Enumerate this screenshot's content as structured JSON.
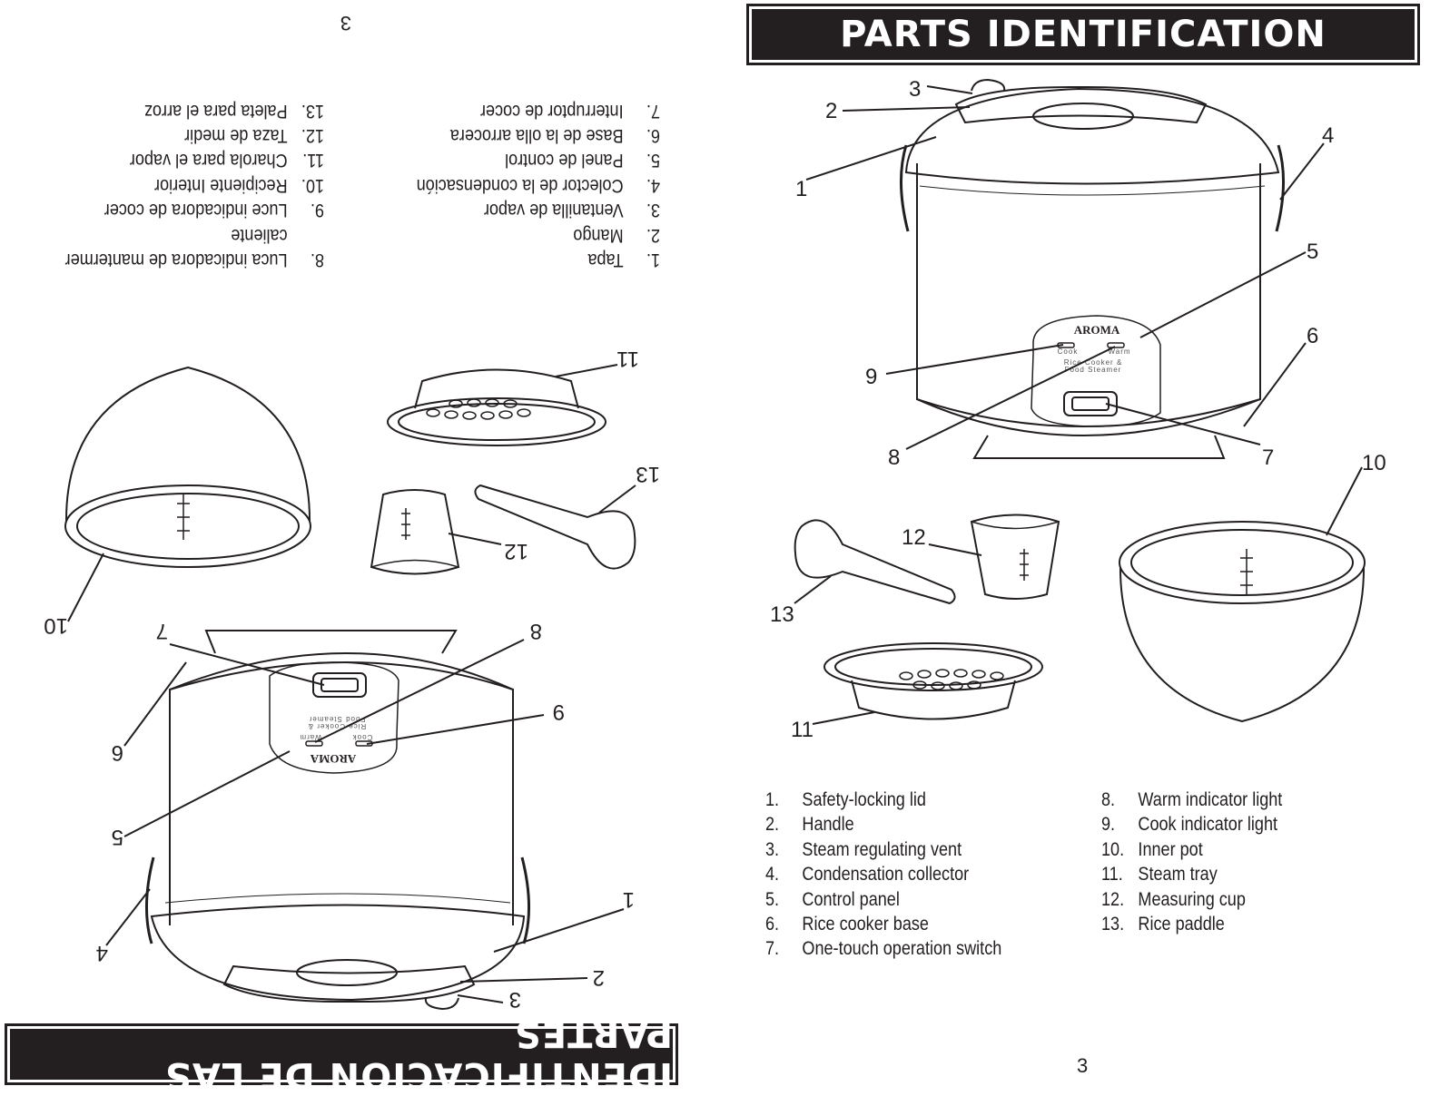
{
  "english": {
    "title": "PARTS IDENTIFICATION",
    "page_number": "3",
    "parts_left": [
      {
        "num": "1.",
        "label": "Safety-locking lid"
      },
      {
        "num": "2.",
        "label": "Handle"
      },
      {
        "num": "3.",
        "label": "Steam regulating vent"
      },
      {
        "num": "4.",
        "label": "Condensation collector"
      },
      {
        "num": "5.",
        "label": "Control panel"
      },
      {
        "num": "6.",
        "label": "Rice cooker base"
      },
      {
        "num": "7.",
        "label": "One-touch operation switch"
      }
    ],
    "parts_right": [
      {
        "num": "8.",
        "label": "Warm indicator light"
      },
      {
        "num": "9.",
        "label": "Cook indicator light"
      },
      {
        "num": "10.",
        "label": "Inner pot"
      },
      {
        "num": "11.",
        "label": "Steam tray"
      },
      {
        "num": "12.",
        "label": "Measuring cup"
      },
      {
        "num": "13.",
        "label": "Rice paddle"
      }
    ]
  },
  "spanish": {
    "title": "IDENTIFICACIÓN DE LAS PARTES",
    "page_number": "3",
    "parts_left": [
      {
        "num": "1.",
        "label": "Tapa"
      },
      {
        "num": "2.",
        "label": "Mango"
      },
      {
        "num": "3.",
        "label": "Ventanilla de vapor"
      },
      {
        "num": "4.",
        "label": "Colector de la condensación"
      },
      {
        "num": "5.",
        "label": "Panel de control"
      },
      {
        "num": "6.",
        "label": "Base de la olla arrocera"
      },
      {
        "num": "7.",
        "label": "Interruptor de cocer"
      }
    ],
    "parts_right": [
      {
        "num": "8.",
        "label": "Luca indicadora de mantermer"
      },
      {
        "num": "",
        "label": "caliente"
      },
      {
        "num": "9.",
        "label": "Luce indicadora de cocer"
      },
      {
        "num": "10.",
        "label": "Recipiente Interior"
      },
      {
        "num": "11.",
        "label": "Charola para el vapor"
      },
      {
        "num": "12.",
        "label": "Taza de medir"
      },
      {
        "num": "13.",
        "label": "Paleta para el arroz"
      }
    ]
  },
  "illustration": {
    "brand": "AROMA",
    "panel_cook": "Cook",
    "panel_warm": "Warm",
    "panel_line1": "Rice Cooker &",
    "panel_line2": "Food Steamer",
    "callouts": [
      "1",
      "2",
      "3",
      "4",
      "5",
      "6",
      "7",
      "8",
      "9",
      "10",
      "11",
      "12",
      "13"
    ]
  }
}
